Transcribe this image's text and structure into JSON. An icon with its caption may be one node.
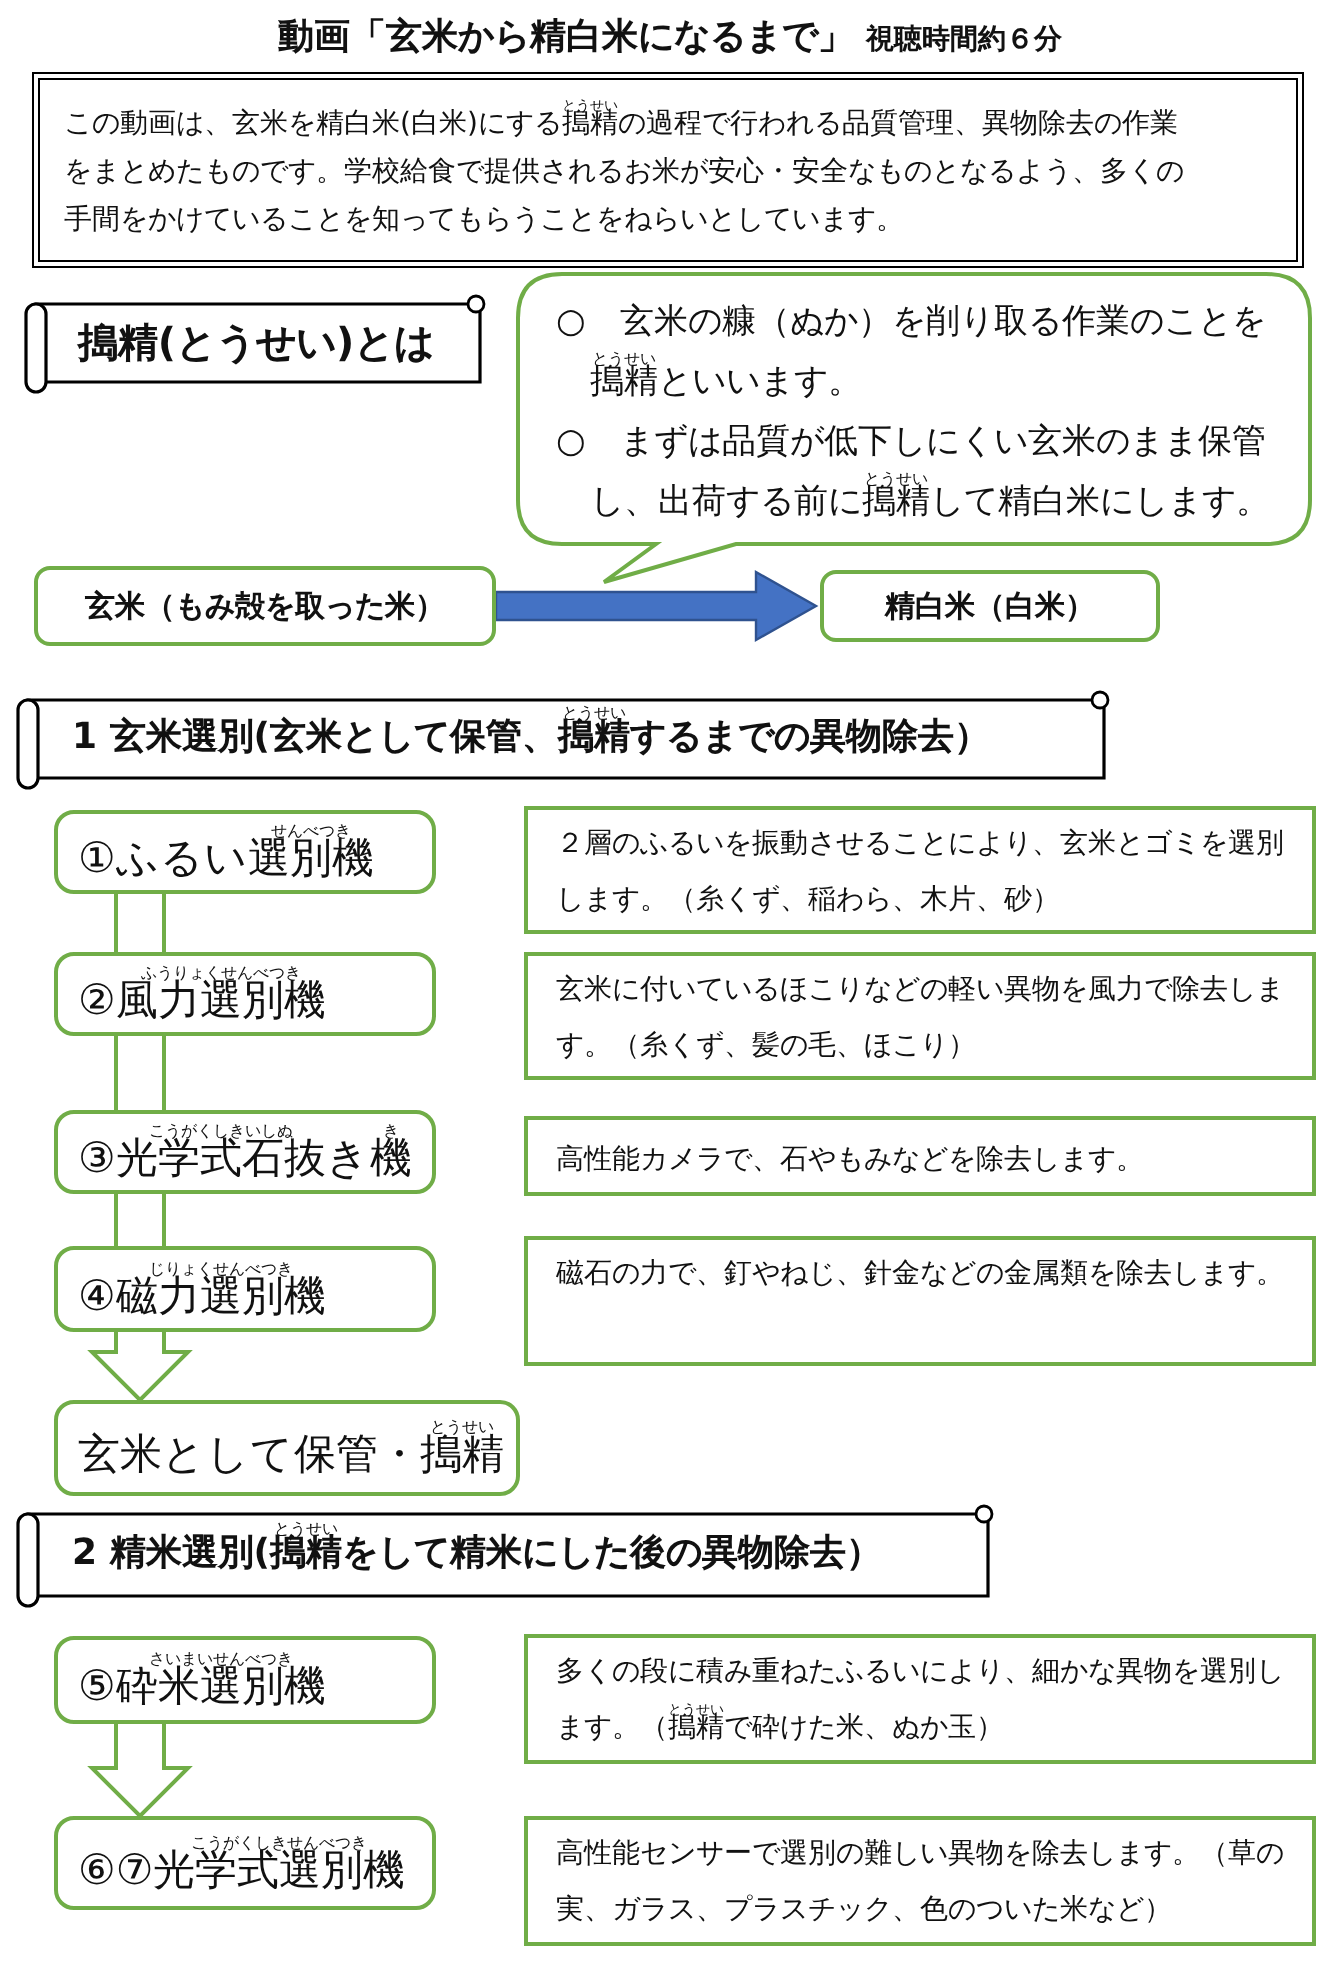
{
  "diagram": {
    "title": "動画「玄米から精白米になるまで」",
    "labels": [
      "視聴時間約６分"
    ],
    "nodes": [
      {
        "text": [
          "とうせい",
          "この動画は、玄米を精白米(白米)にする搗精の過程で行われる品質管理、異物除去の作業をまとめたものです。学校給食で提供されるお米が安心・安全なものとなるよう、多くの手間をかけていることを知ってもらうことをねらいとしています。"
        ]
      },
      {
        "text": [
          "搗精(とうせい)とは"
        ]
      },
      {
        "text": [
          "○　玄米の糠（ぬか）を削り取る作業のことを搗精といいます。",
          "○　まずは品質が低下しにくい玄米のまま保管し、出荷する前に搗精して精白米にします。",
          "とうせい",
          "とうせい"
        ]
      },
      {
        "text": [
          "玄米（もみ殻を取った米）"
        ]
      },
      {
        "text": [
          "精白米（白米）"
        ]
      },
      {
        "text": [
          "とうせい",
          "1 玄米選別(玄米として保管、搗精するまでの異物除去）"
        ]
      },
      {
        "text": [
          "せんべつき",
          "①ふるい選別機"
        ]
      },
      {
        "text": [
          "２層のふるいを振動させることにより、玄米とゴミを選別します。（糸くず、稲わら、木片、砂）"
        ]
      },
      {
        "text": [
          "ふうりょくせんべつき",
          "②風力選別機"
        ]
      },
      {
        "text": [
          "玄米に付いているほこりなどの軽い異物を風力で除去します。（糸くず、髪の毛、ほこり）"
        ]
      },
      {
        "text": [
          "こうがくしきいしぬ",
          "き",
          "③光学式石抜き機"
        ]
      },
      {
        "text": [
          "高性能カメラで、石やもみなどを除去します。"
        ]
      },
      {
        "text": [
          "じりょくせんべつき",
          "④磁力選別機"
        ]
      },
      {
        "text": [
          "磁石の力で、釘やねじ、針金などの金属類を除去します。"
        ]
      },
      {
        "text": [
          "とうせい",
          "玄米として保管・搗精"
        ]
      },
      {
        "text": [
          "とうせい",
          "2 精米選別(搗精をして精米にした後の異物除去）"
        ]
      },
      {
        "text": [
          "さいまいせんべつき",
          "⑤砕米選別機"
        ]
      },
      {
        "text": [
          "多くの段に積み重ねたふるいにより、細かな異物を選別します。（搗精で砕けた米、ぬか玉）",
          "とうせい"
        ]
      },
      {
        "text": [
          "こうがくしきせんべつき",
          "⑥⑦光学式選別機"
        ]
      },
      {
        "text": [
          "高性能センサーで選別の難しい異物を除去します。（草の実、ガラス、プラスチック、色のついた米など）"
        ]
      }
    ],
    "edges": [
      {
        "from": 3,
        "to": 4,
        "arrow": "to",
        "color": "#4472c4"
      },
      {
        "from": 6,
        "to": 8,
        "arrow": "none"
      },
      {
        "from": 8,
        "to": 10,
        "arrow": "none"
      },
      {
        "from": 10,
        "to": 12,
        "arrow": "none"
      },
      {
        "from": 12,
        "to": 14,
        "arrow": "to"
      },
      {
        "from": 16,
        "to": 18,
        "arrow": "to"
      }
    ]
  }
}
